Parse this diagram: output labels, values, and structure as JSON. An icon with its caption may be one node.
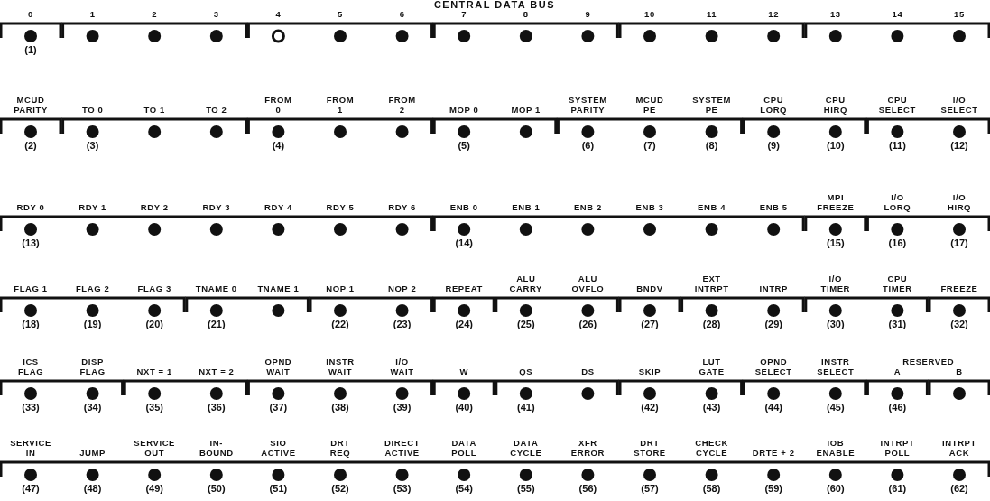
{
  "diagram": {
    "title": "CENTRAL DATA BUS",
    "labels": [
      "0",
      "1",
      "2",
      "3",
      "4",
      "5",
      "6",
      "7",
      "8",
      "9",
      "10",
      "11",
      "12",
      "13",
      "14",
      "15",
      "(1)",
      "MCUD PARITY",
      "TO 0",
      "TO 1",
      "TO 2",
      "FROM 0",
      "FROM 1",
      "FROM 2",
      "MOP 0",
      "MOP 1",
      "SYSTEM PARITY",
      "MCUD PE",
      "SYSTEM PE",
      "CPU LORQ",
      "CPU HIRQ",
      "CPU SELECT",
      "I/O SELECT",
      "(2)",
      "(3)",
      "(4)",
      "(5)",
      "(6)",
      "(7)",
      "(8)",
      "(9)",
      "(10)",
      "(11)",
      "(12)",
      "RDY 0",
      "RDY 1",
      "RDY 2",
      "RDY 3",
      "RDY 4",
      "RDY 5",
      "RDY 6",
      "ENB 0",
      "ENB 1",
      "ENB 2",
      "ENB 3",
      "ENB 4",
      "ENB 5",
      "MPI FREEZE",
      "I/O LORQ",
      "I/O HIRQ",
      "(13)",
      "(14)",
      "(15)",
      "(16)",
      "(17)",
      "FLAG 1",
      "FLAG 2",
      "FLAG 3",
      "TNAME 0",
      "TNAME 1",
      "NOP 1",
      "NOP 2",
      "REPEAT",
      "ALU CARRY",
      "ALU OVFLO",
      "BNDV",
      "EXT INTRPT",
      "INTRP",
      "I/O TIMER",
      "CPU TIMER",
      "FREEZE",
      "(18)",
      "(19)",
      "(20)",
      "(21)",
      "(22)",
      "(23)",
      "(24)",
      "(25)",
      "(26)",
      "(27)",
      "(28)",
      "(29)",
      "(30)",
      "(31)",
      "(32)",
      "ICS FLAG",
      "DISP FLAG",
      "NXT = 1",
      "NXT = 2",
      "OPND WAIT",
      "INSTR WAIT",
      "I/O WAIT",
      "W",
      "QS",
      "DS",
      "SKIP",
      "LUT GATE",
      "OPND SELECT",
      "INSTR SELECT",
      "RESERVED",
      "A",
      "B",
      "(33)",
      "(34)",
      "(35)",
      "(36)",
      "(37)",
      "(38)",
      "(39)",
      "(40)",
      "(41)",
      "(42)",
      "(43)",
      "(44)",
      "(45)",
      "(46)",
      "SERVICE IN",
      "JUMP",
      "SERVICE OUT",
      "IN-BOUND",
      "SIO ACTIVE",
      "DRT REQ",
      "DIRECT ACTIVE",
      "DATA POLL",
      "DATA CYCLE",
      "XFR ERROR",
      "DRT STORE",
      "CHECK CYCLE",
      "DRTE + 2",
      "IOB ENABLE",
      "INTRPT POLL",
      "INTRPT ACK",
      "(47)",
      "(48)",
      "(49)",
      "(50)",
      "(51)",
      "(52)",
      "(53)",
      "(54)",
      "(55)",
      "(56)",
      "(57)",
      "(58)",
      "(59)",
      "(60)",
      "(61)",
      "(62)"
    ]
  }
}
